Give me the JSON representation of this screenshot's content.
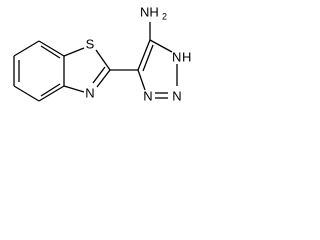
{
  "structure": {
    "atom_labels": {
      "sulfur": "S",
      "thiazole_nitrogen": "N",
      "amine": "NH",
      "amine_subscript": "2",
      "triazole_nh_n": "N",
      "triazole_nh_h": "H",
      "triazole_n2": "N",
      "triazole_n3": "N"
    },
    "colors": {
      "bond": "#000000",
      "label": "#000000",
      "background": "#ffffff"
    }
  }
}
